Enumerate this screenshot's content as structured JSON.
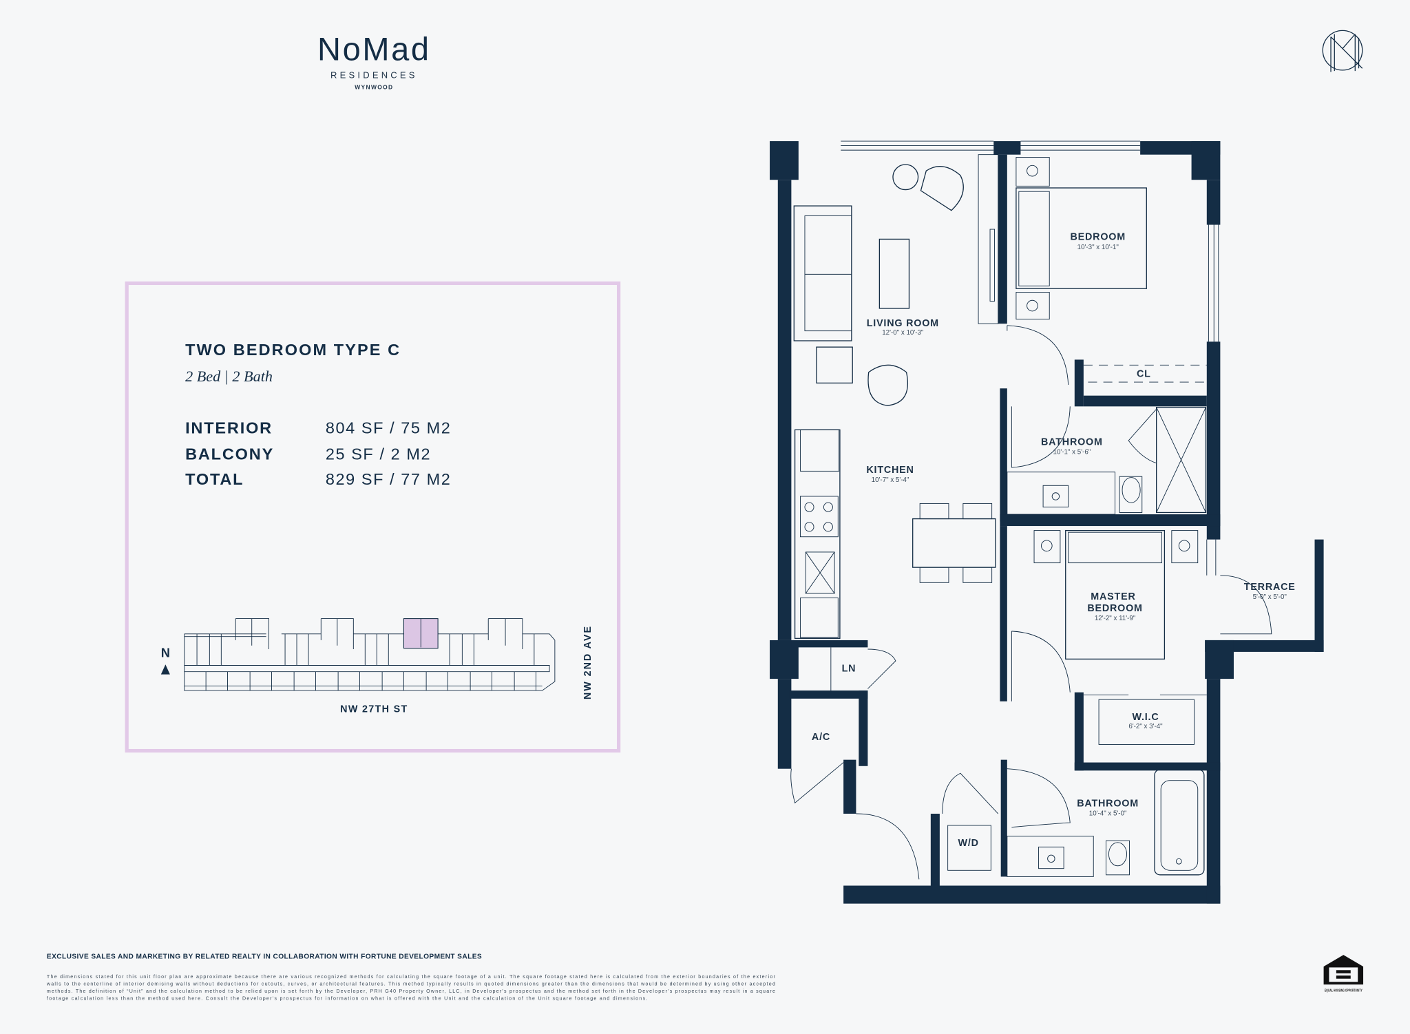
{
  "brand": {
    "name": "NoMad",
    "sub": "RESIDENCES",
    "location": "WYNWOOD",
    "monogram": "M"
  },
  "unit": {
    "title": "TWO BEDROOM TYPE C",
    "subtitle": "2 Bed | 2 Bath",
    "areas": [
      {
        "label": "INTERIOR",
        "value": "804 SF / 75 M2"
      },
      {
        "label": "BALCONY",
        "value": "25 SF / 2 M2"
      },
      {
        "label": "TOTAL",
        "value": "829 SF / 77 M2"
      }
    ]
  },
  "site_plan": {
    "north": "N",
    "street_south": "NW 27TH ST",
    "street_east": "NW 2ND AVE",
    "highlight_color": "#dcc6e4"
  },
  "rooms": {
    "living": {
      "name": "LIVING ROOM",
      "dims": "12'-0\" x 10'-3\""
    },
    "bedroom": {
      "name": "BEDROOM",
      "dims": "10'-3\" x 10'-1\""
    },
    "closet": {
      "name": "CL"
    },
    "bath1": {
      "name": "BATHROOM",
      "dims": "10'-1\" x 5'-6\""
    },
    "kitchen": {
      "name": "KITCHEN",
      "dims": "10'-7\" x 5'-4\""
    },
    "master_1": {
      "name": "MASTER"
    },
    "master_2": {
      "name": "BEDROOM",
      "dims": "12'-2\" x 11'-9\""
    },
    "terrace": {
      "name": "TERRACE",
      "dims": "5'-0\" x 5'-0\""
    },
    "linen": {
      "name": "LN"
    },
    "ac": {
      "name": "A/C"
    },
    "wic": {
      "name": "W.I.C",
      "dims": "6'-2\" x 3'-4\""
    },
    "wd": {
      "name": "W/D"
    },
    "bath2": {
      "name": "BATHROOM",
      "dims": "10'-4\" x 5'-0\""
    }
  },
  "footer": {
    "headline": "EXCLUSIVE SALES AND MARKETING BY RELATED REALTY IN COLLABORATION WITH FORTUNE DEVELOPMENT SALES",
    "disclaimer": [
      "The dimensions stated for this unit floor plan are approximate because there are various recognized methods for calculating the square footage of a unit.  The square footage stated here is calculated from the exterior boundaries of the exterior",
      "walls to the centerline of interior demising walls without deductions for cutouts, curves, or architectural features. This method typically results in quoted dimensions greater than the dimensions that would be determined by using other accepted",
      "methods. The definition of “Unit” and the calculation method to be relied upon is set forth by the Developer, PRH G40 Property Owner, LLC, in Developer's prospectus and the method set forth in the Developer's prospectus may result in a square",
      "footage calculation less than the method used here. Consult the Developer's prospectus for information on what is offered with the Unit and the calculation of the Unit square footage and dimensions."
    ],
    "eho_logo_text": "EQUAL HOUSING OPPORTUNITY"
  },
  "colors": {
    "navy": "#142d45",
    "panel_border": "#e2c9e8",
    "background": "#f6f7f8"
  }
}
